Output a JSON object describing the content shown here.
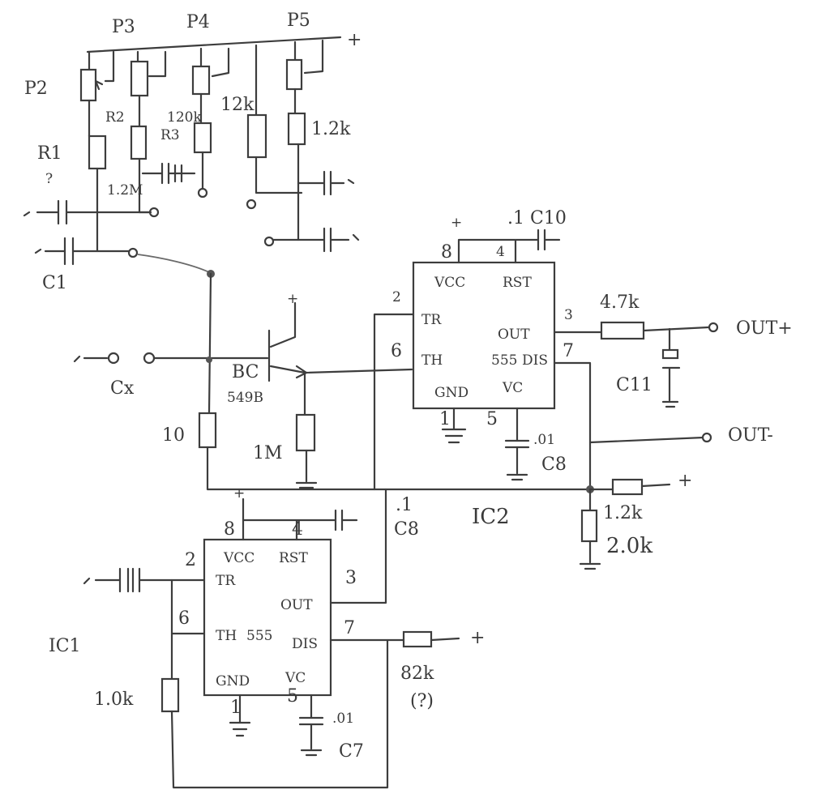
{
  "labels": {
    "plus_top": "+",
    "p2": "P2",
    "p3": "P3",
    "p4": "P4",
    "p5": "P5",
    "r1": "R1",
    "r1_q": "?",
    "r2": "R2",
    "r3": "R3",
    "r_120k": "120k",
    "r_12k": "12k",
    "r_1_2k_top": "1.2k",
    "r_1_2m": "1.2M",
    "c1": "C1",
    "cx": "Cx",
    "bc": "BC",
    "bc_num": "549B",
    "r_10": "10",
    "r_1m": "1M",
    "plus_tr": "+",
    "c10": ".1 C10",
    "out_plus": "OUT+",
    "out_minus": "OUT-",
    "r_4_7k": "4.7k",
    "c11": "C11",
    "ic2": "IC2",
    "ic2_c_bottom": ".01",
    "ic2_c8": "C8",
    "c8_mid": "C8",
    "c8_mid_val": ".1",
    "r_1_2k_right": "1.2k",
    "r_2_0k": "2.0k",
    "plus_right": "+",
    "plus_ic1": "+",
    "ic1": "IC1",
    "r_1_0k": "1.0k",
    "r_82k": "82k",
    "r_82k_q": "(?)",
    "plus_82k": "+",
    "ic1_c_val": ".01",
    "ic1_c7": "C7"
  },
  "ic2_chip": {
    "vcc": "VCC",
    "rst": "RST",
    "tr": "TR",
    "out": "OUT",
    "th": "TH",
    "part": "555",
    "dis": "DIS",
    "gnd": "GND",
    "vc": "VC",
    "pin8": "8",
    "pin4": "4",
    "pin2": "2",
    "pin3": "3",
    "pin6": "6",
    "pin7": "7",
    "pin1": "1",
    "pin5": "5"
  },
  "ic1_chip": {
    "vcc": "VCC",
    "rst": "RST",
    "tr": "TR",
    "out": "OUT",
    "th": "TH",
    "part": "555",
    "dis": "DIS",
    "gnd": "GND",
    "vc": "VC",
    "pin8": "8",
    "pin4": "4",
    "pin2": "2",
    "pin3": "3",
    "pin6": "6",
    "pin7": "7",
    "pin1": "1",
    "pin5": "5"
  }
}
